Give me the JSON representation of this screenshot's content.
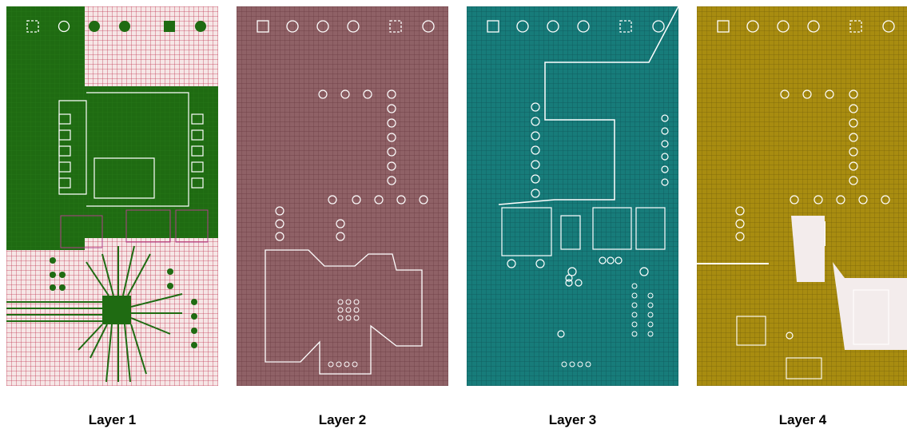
{
  "layers": [
    {
      "caption": "Layer 1",
      "copper_color": "#1f6b12",
      "base_color": "#f4e4e4",
      "grid_color": "#a8324a"
    },
    {
      "caption": "Layer 2",
      "copper_color": "#8a5a60",
      "base_color": "#8a5a60",
      "grid_color": "#5e3036"
    },
    {
      "caption": "Layer 3",
      "copper_color": "#157a78",
      "base_color": "#157a78",
      "grid_color": "#0b4f50"
    },
    {
      "caption": "Layer 4",
      "copper_color": "#a48a0c",
      "base_color": "#a48a0c",
      "grid_color": "#6f5a06"
    }
  ]
}
